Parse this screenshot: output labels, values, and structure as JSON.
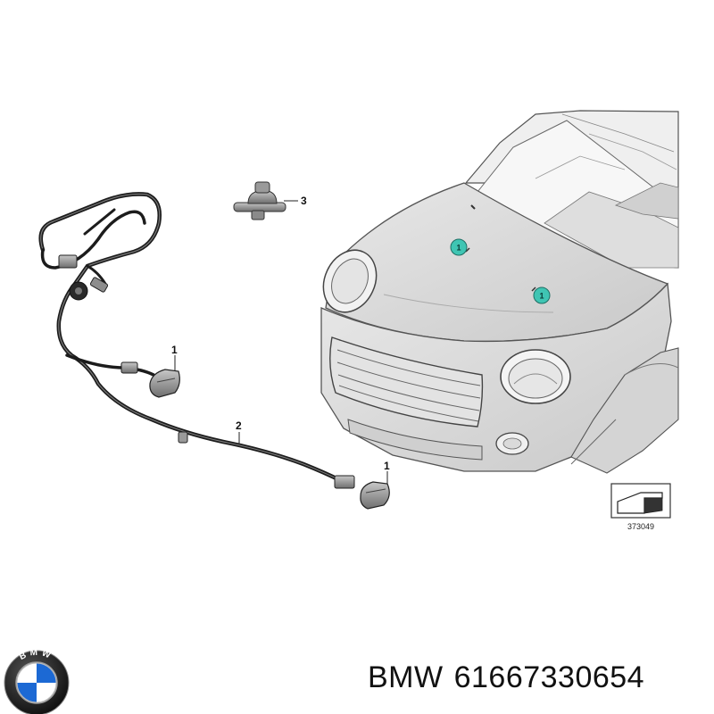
{
  "callouts": {
    "washer_nozzle_upper": "1",
    "washer_hose": "2",
    "t_connector": "3",
    "washer_nozzle_lower": "1",
    "hood_badge_left": "1",
    "hood_badge_right": "1"
  },
  "reference": {
    "diagram_number": "373049"
  },
  "caption": {
    "brand": "BMW",
    "part_number": "61667330654"
  },
  "logo": {
    "letters": "BMW",
    "colors": {
      "blue": "#1c69d4",
      "white": "#ffffff",
      "ring": "#1a1a1a"
    }
  },
  "colors": {
    "badge_fill": "#3fc5b3",
    "line": "#222222",
    "car_body": "#d9d9d9"
  }
}
